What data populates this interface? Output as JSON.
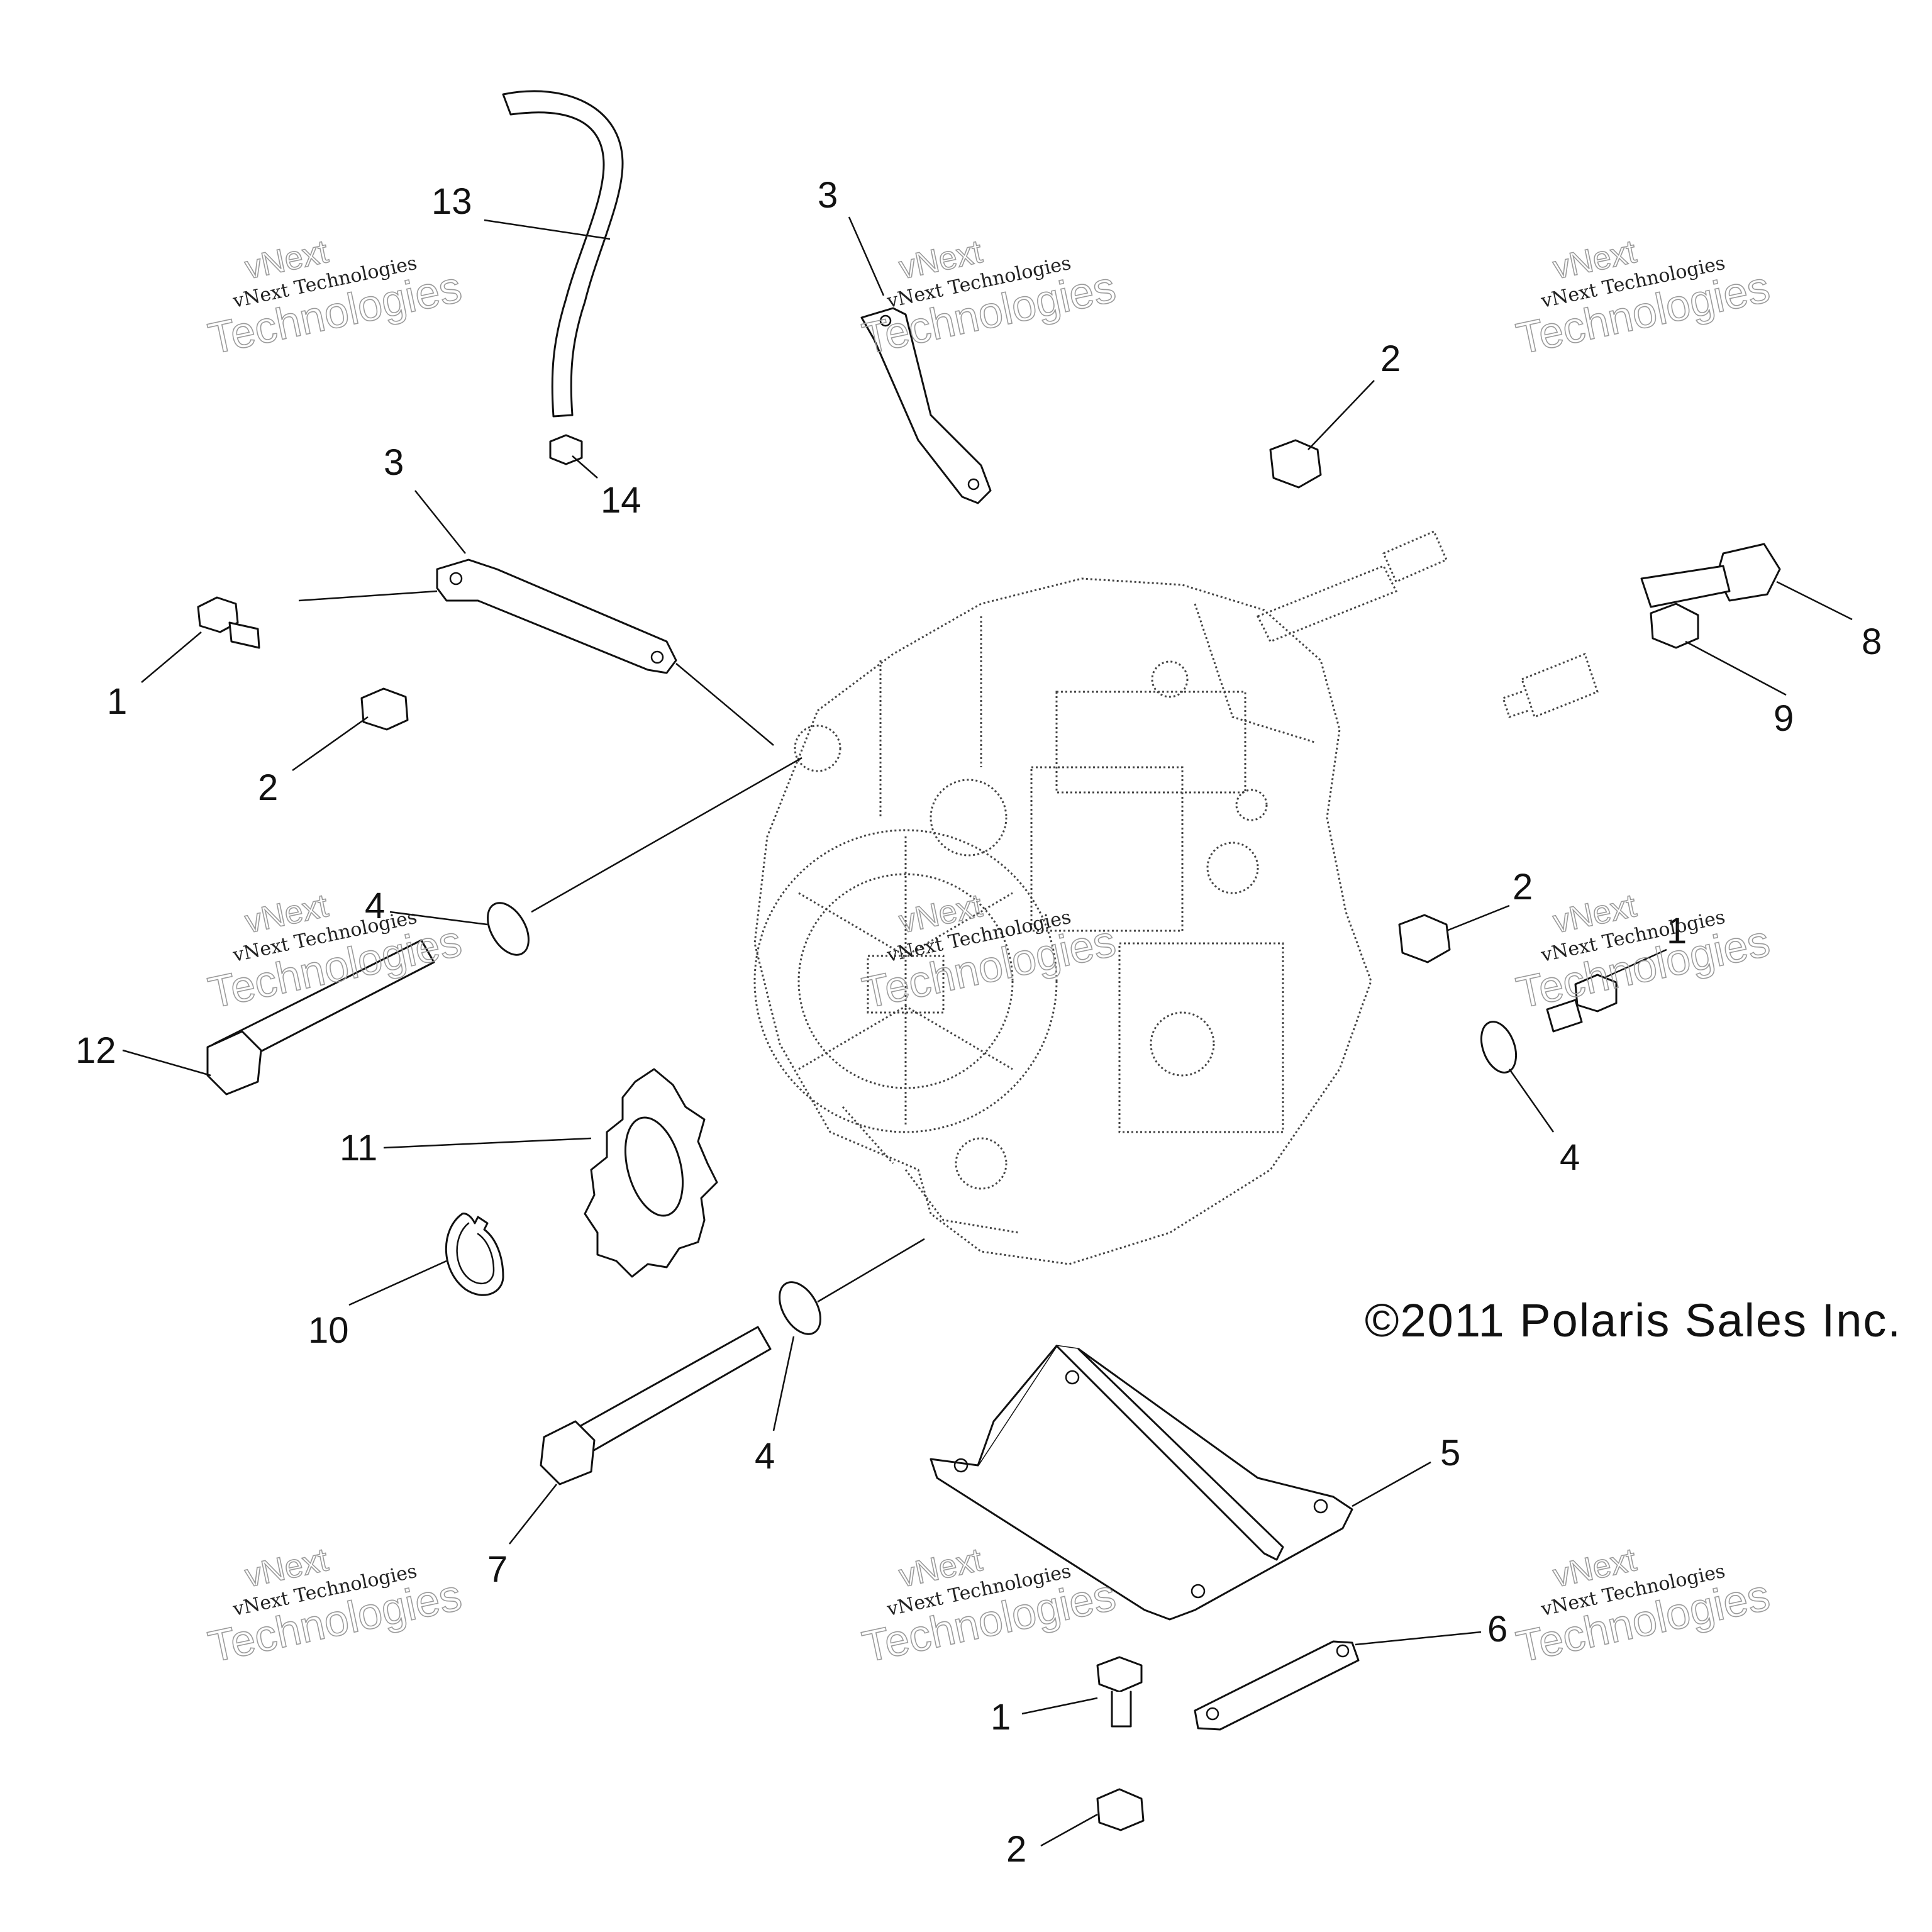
{
  "diagram": {
    "callouts": {
      "c1a": "1",
      "c1b": "1",
      "c1c": "1",
      "c2a": "2",
      "c2b": "2",
      "c2c": "2",
      "c2d": "2",
      "c3a": "3",
      "c3b": "3",
      "c4a": "4",
      "c4b": "4",
      "c4c": "4",
      "c5": "5",
      "c6": "6",
      "c7": "7",
      "c8": "8",
      "c9": "9",
      "c10": "10",
      "c11": "11",
      "c12": "12",
      "c13": "13",
      "c14": "14"
    },
    "copyright": "©2011 Polaris Sales Inc.",
    "watermark": {
      "line_top": "vNext",
      "line_mid": "vNext Technologies",
      "line_big": "Technologies"
    }
  }
}
